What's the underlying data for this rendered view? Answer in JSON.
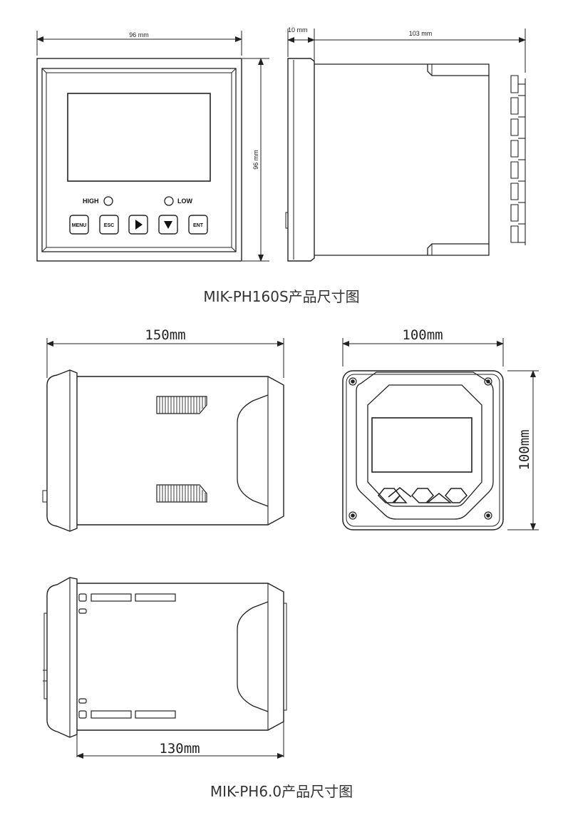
{
  "section1": {
    "front_width": "96 mm",
    "front_height": "96 mm",
    "side_panel_depth": "10 mm",
    "side_body_depth": "103 mm",
    "indicator_high": "HIGH",
    "indicator_low": "LOW",
    "buttons": [
      "MENU",
      "ESC",
      "▶",
      "▼",
      "ENT"
    ],
    "caption": "MIK-PH160S产品尺寸图"
  },
  "section2": {
    "side_length": "150mm",
    "front_width": "100mm",
    "front_height": "100mm",
    "bottom_length": "130mm",
    "caption": "MIK-PH6.0产品尺寸图"
  }
}
